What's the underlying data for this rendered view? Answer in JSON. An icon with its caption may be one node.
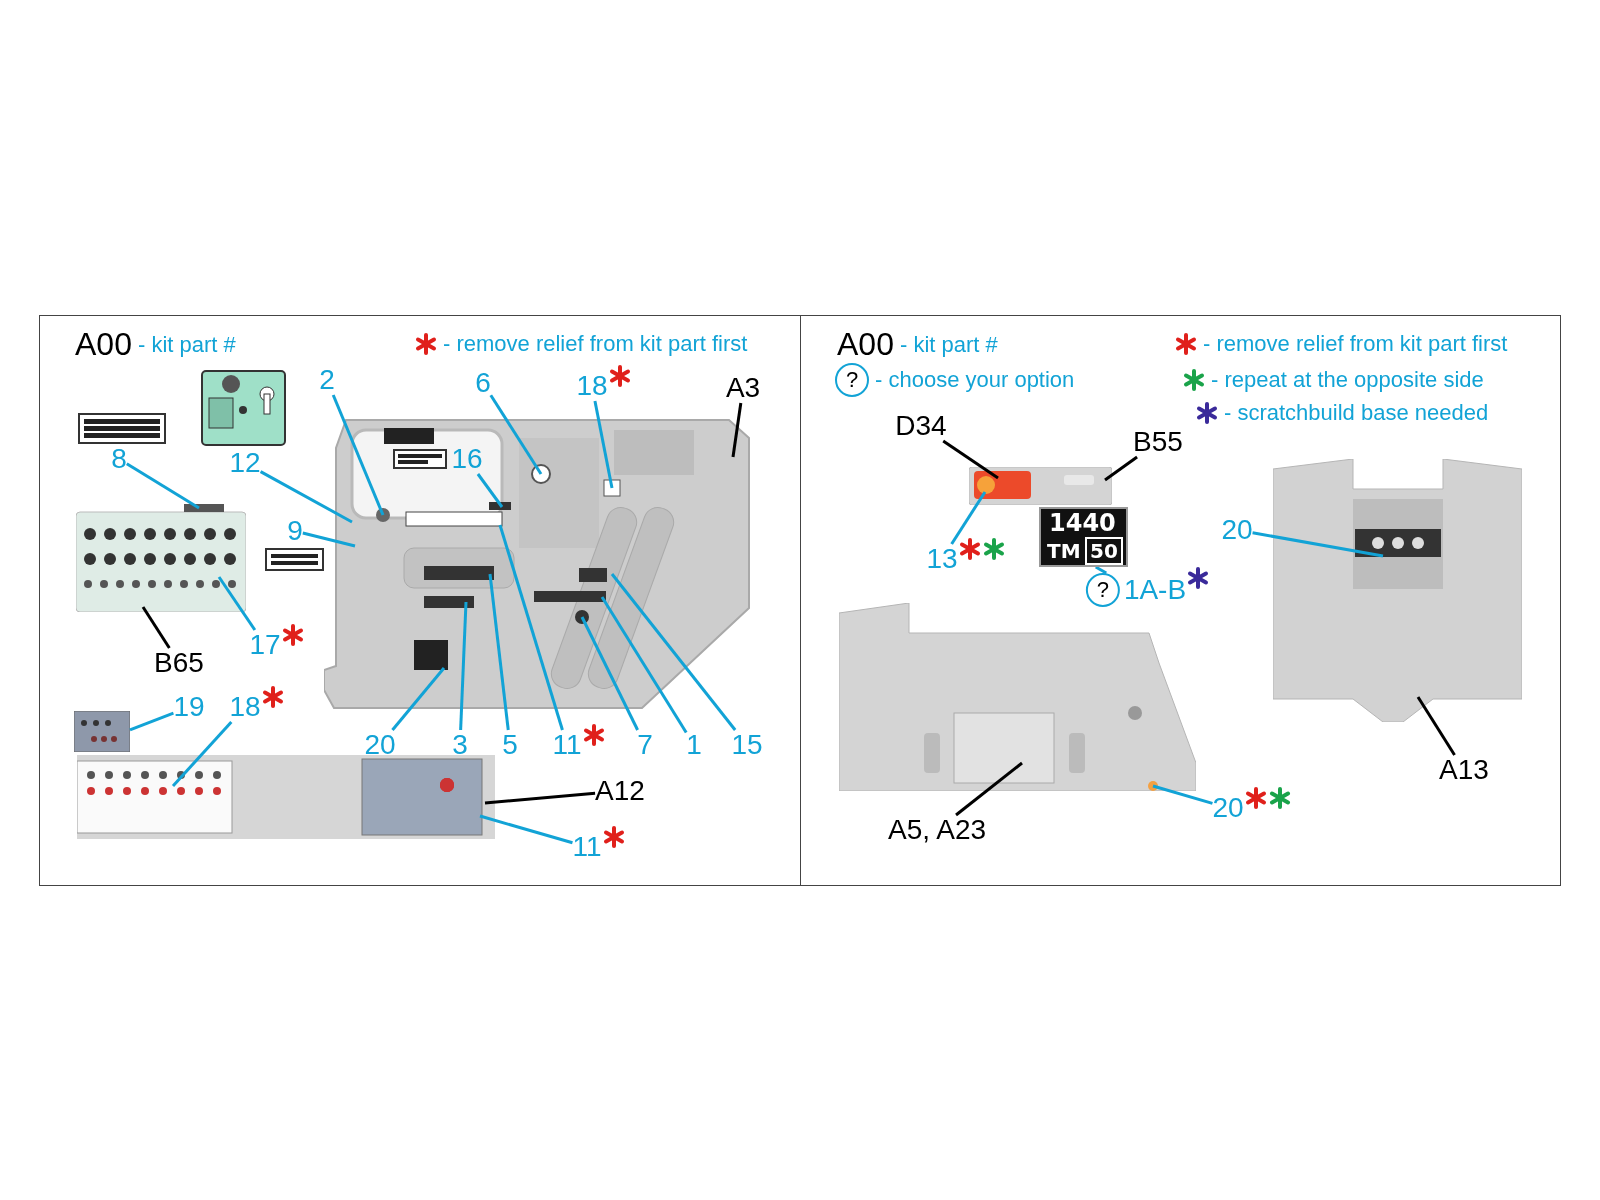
{
  "diagram": {
    "nodes": [
      {
        "text": [],
        "shape": "picture"
      },
      {
        "text": [
          "2"
        ]
      },
      {
        "text": [
          "6"
        ]
      },
      {
        "text": [
          "18"
        ]
      },
      {
        "text": [
          "A3"
        ]
      },
      {
        "text": [
          "16"
        ],
        "in": 0
      },
      {
        "text": [
          "8"
        ]
      },
      {
        "text": [
          "12"
        ]
      },
      {
        "text": [
          "9"
        ]
      },
      {
        "text": [],
        "shape": "picture"
      },
      {
        "text": [
          "17"
        ]
      },
      {
        "text": [
          "B65"
        ]
      },
      {
        "text": [],
        "shape": "picture"
      },
      {
        "text": [
          "19"
        ]
      },
      {
        "text": [
          "18"
        ]
      },
      {
        "text": [],
        "shape": "picture"
      },
      {
        "text": [
          "A12"
        ]
      },
      {
        "text": [
          "11"
        ]
      },
      {
        "text": [
          "20"
        ]
      },
      {
        "text": [
          "3"
        ]
      },
      {
        "text": [
          "5"
        ]
      },
      {
        "text": [
          "11"
        ]
      },
      {
        "text": [
          "7"
        ]
      },
      {
        "text": [
          "1"
        ]
      },
      {
        "text": [
          "15"
        ]
      },
      {
        "text": [
          "D34"
        ]
      },
      {
        "text": [],
        "shape": "picture"
      },
      {
        "text": [],
        "shape": "picture",
        "in": 26
      },
      {
        "text": [
          "B55"
        ]
      },
      {
        "text": [
          "13"
        ]
      },
      {
        "text": [
          "1440",
          "TM",
          "50"
        ]
      },
      {
        "text": [
          "?",
          "1A-B"
        ]
      },
      {
        "text": [],
        "shape": "picture"
      },
      {
        "text": [
          "20"
        ]
      },
      {
        "text": [],
        "shape": "picture"
      },
      {
        "text": [
          "A5, A23"
        ]
      },
      {
        "text": [
          "20"
        ]
      },
      {
        "text": [
          "A13"
        ]
      },
      {
        "text": [
          "?"
        ]
      }
    ],
    "edges": [
      {
        "from": 1,
        "to": 0,
        "arrow": "none"
      },
      {
        "from": 2,
        "to": 0,
        "arrow": "none"
      },
      {
        "from": 3,
        "to": 0,
        "arrow": "none"
      },
      {
        "from": 4,
        "to": 0,
        "arrow": "none",
        "color": "#000000"
      },
      {
        "from": 5,
        "to": 0,
        "arrow": "none"
      },
      {
        "from": 6,
        "to": 9,
        "arrow": "none"
      },
      {
        "from": 7,
        "to": 0,
        "arrow": "none"
      },
      {
        "from": 8,
        "to": 0,
        "arrow": "none"
      },
      {
        "from": 10,
        "to": 9,
        "arrow": "none"
      },
      {
        "from": 11,
        "to": 9,
        "arrow": "none",
        "color": "#000000"
      },
      {
        "from": 13,
        "to": 12,
        "arrow": "none"
      },
      {
        "from": 14,
        "to": 15,
        "arrow": "none"
      },
      {
        "from": 16,
        "to": 15,
        "arrow": "none",
        "color": "#000000"
      },
      {
        "from": 17,
        "to": 15,
        "arrow": "none"
      },
      {
        "from": 18,
        "to": 0,
        "arrow": "none"
      },
      {
        "from": 19,
        "to": 0,
        "arrow": "none"
      },
      {
        "from": 20,
        "to": 0,
        "arrow": "none"
      },
      {
        "from": 21,
        "to": 0,
        "arrow": "none"
      },
      {
        "from": 22,
        "to": 0,
        "arrow": "none"
      },
      {
        "from": 23,
        "to": 0,
        "arrow": "none"
      },
      {
        "from": 24,
        "to": 0,
        "arrow": "none"
      },
      {
        "from": 25,
        "to": 27,
        "arrow": "none",
        "color": "#000000"
      },
      {
        "from": 28,
        "to": 26,
        "arrow": "none",
        "color": "#000000"
      },
      {
        "from": 29,
        "to": 27,
        "arrow": "none"
      },
      {
        "from": 31,
        "to": 30,
        "arrow": "none"
      },
      {
        "from": 33,
        "to": 32,
        "arrow": "none"
      },
      {
        "from": 35,
        "to": 34,
        "arrow": "none",
        "color": "#000000"
      },
      {
        "from": 36,
        "to": 34,
        "arrow": "none"
      },
      {
        "from": 37,
        "to": 32,
        "arrow": "none",
        "color": "#000000"
      }
    ],
    "labels": [
      "A00",
      "A00"
    ],
    "legend": [
      {
        "text": "- kit part #"
      },
      {
        "text": "- remove relief from kit part first"
      },
      {
        "text": "- kit part #"
      },
      {
        "text": "- remove relief from kit part first"
      },
      {
        "text": "- choose your option"
      },
      {
        "text": "- repeat at the opposite side"
      },
      {
        "text": "- scratchbuild base needed"
      }
    ]
  }
}
